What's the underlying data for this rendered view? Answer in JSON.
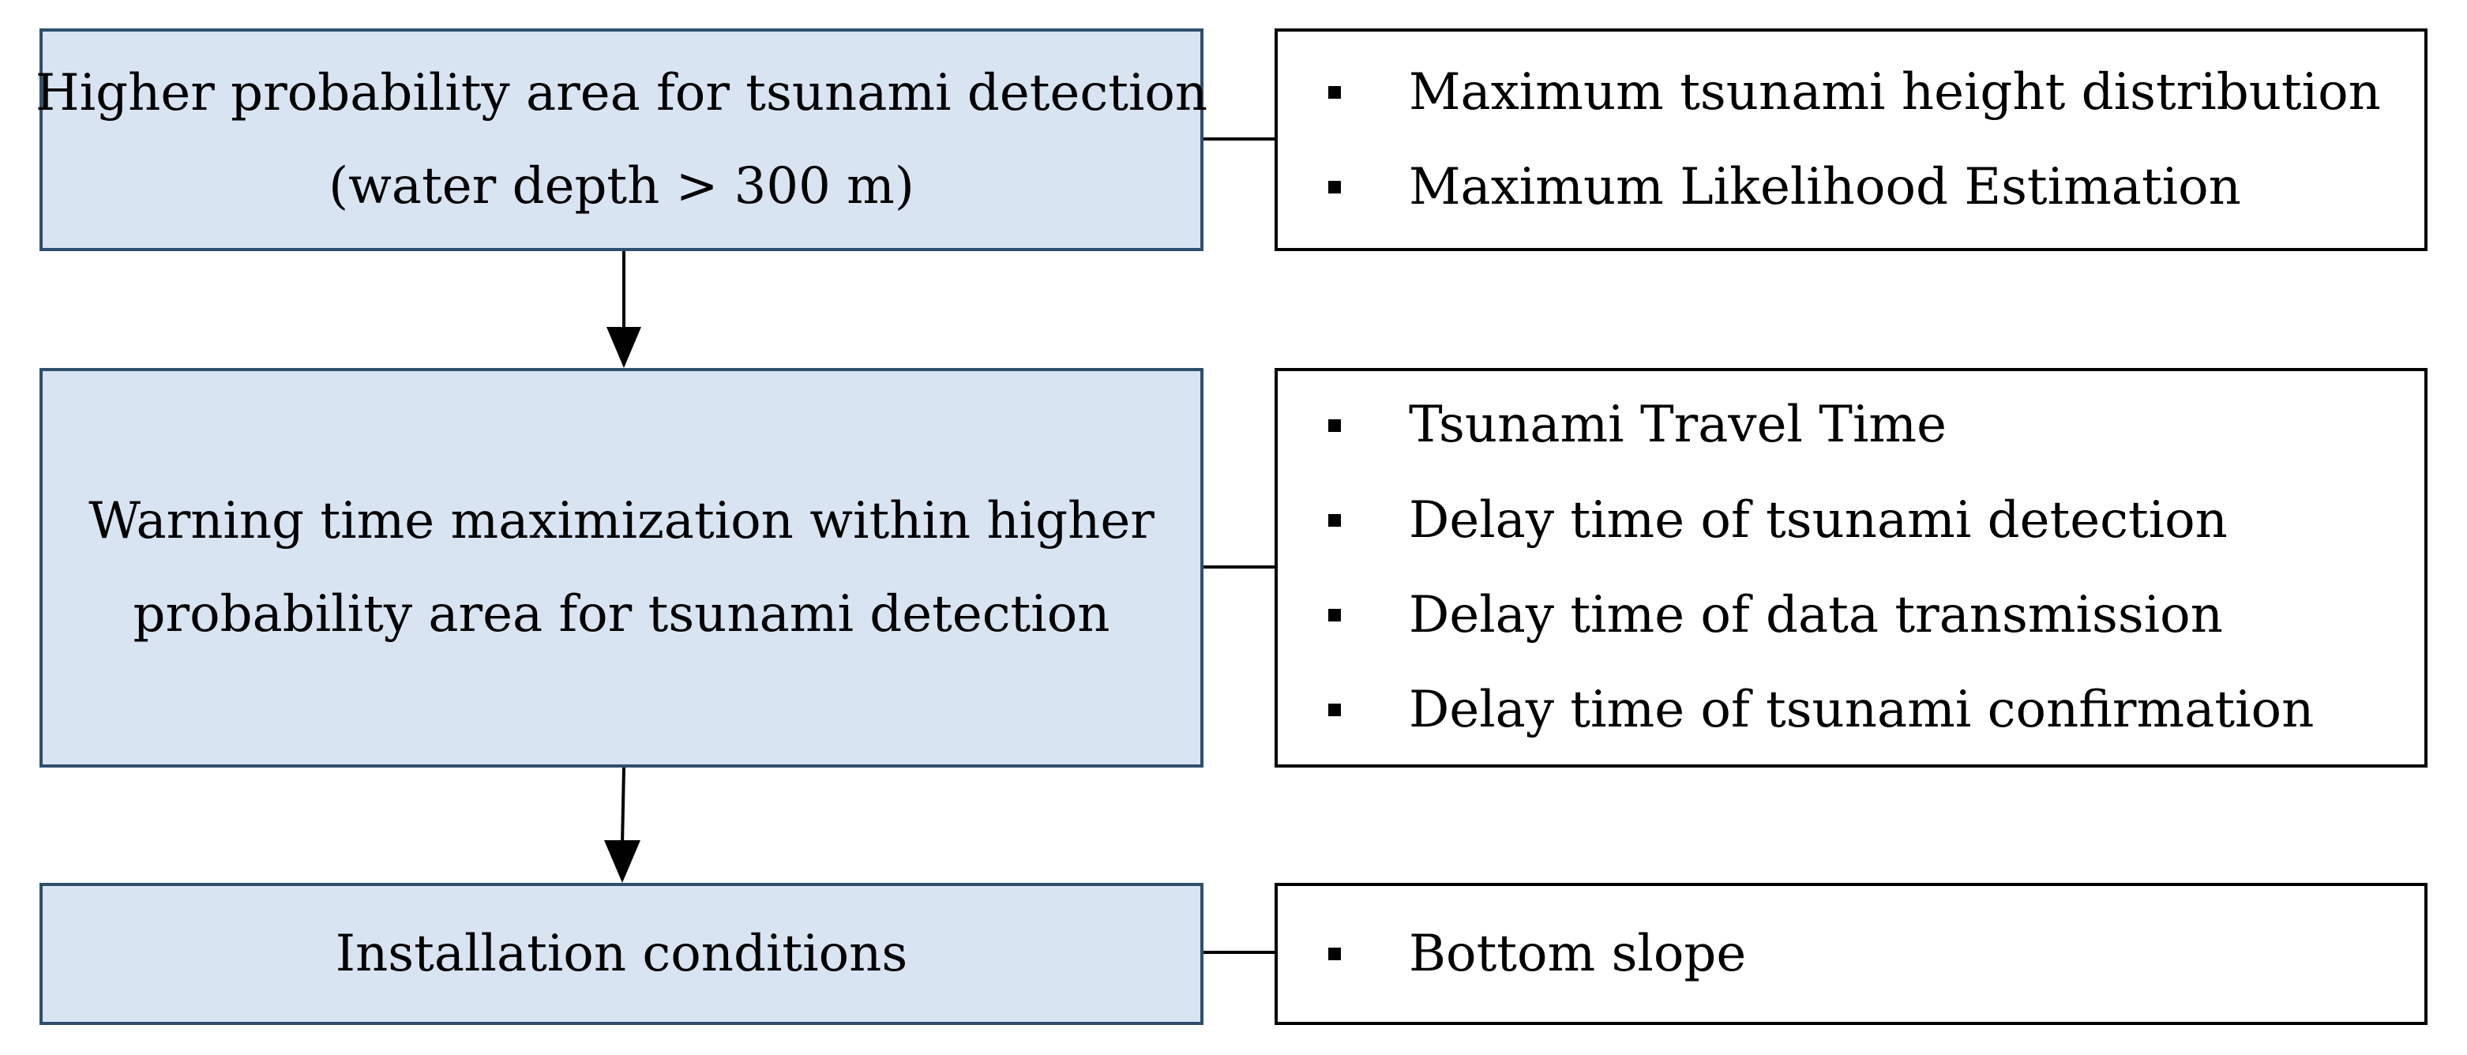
{
  "steps": [
    {
      "lines": [
        "Higher probability area for tsunami detection",
        "(water depth > 300 m)"
      ],
      "details": [
        "Maximum tsunami height distribution",
        "Maximum Likelihood Estimation"
      ]
    },
    {
      "lines": [
        "Warning time maximization within higher",
        "probability area for tsunami detection"
      ],
      "details": [
        "Tsunami Travel Time",
        "Delay time of tsunami detection",
        "Delay time of data transmission",
        "Delay time of tsunami confirmation"
      ]
    },
    {
      "lines": [
        "Installation conditions"
      ],
      "details": [
        "Bottom slope"
      ]
    }
  ],
  "colors": {
    "step_fill": "#d9e4f2",
    "step_border": "#2f4f6f",
    "detail_border": "#000000"
  }
}
